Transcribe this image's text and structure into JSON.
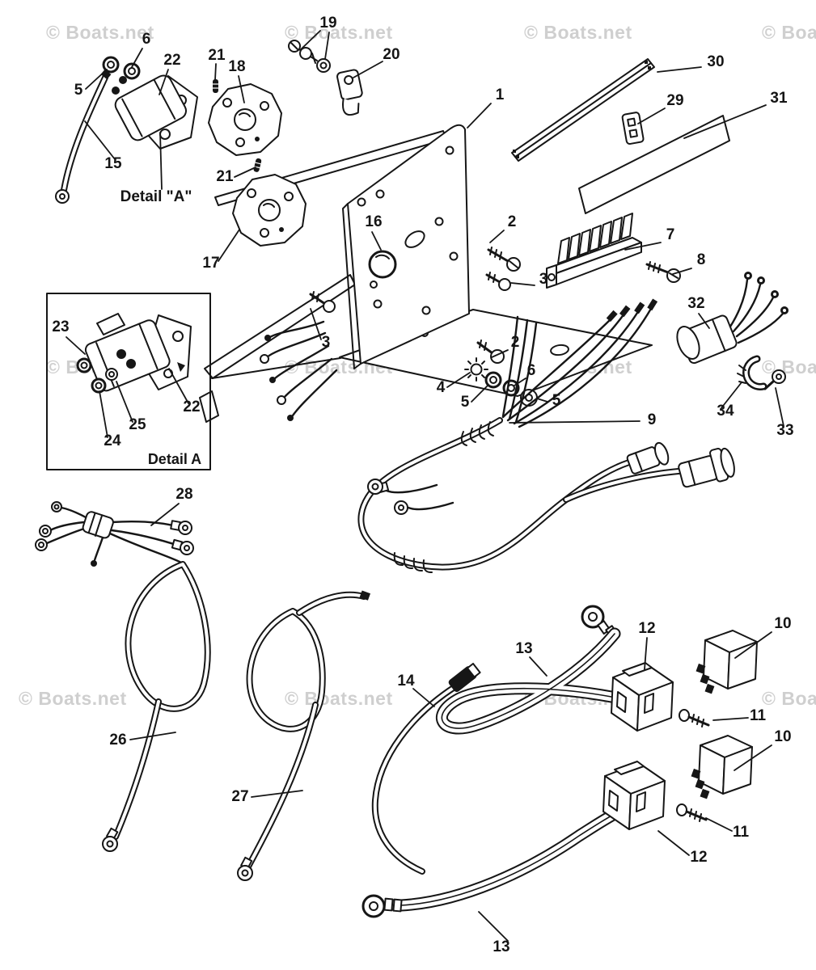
{
  "watermark": {
    "text": "© Boats.net",
    "color": "#c7c7c7"
  },
  "line_color": "#161616",
  "detail_box": {
    "label": "Detail A"
  },
  "callouts": [
    {
      "label": "19"
    },
    {
      "label": "6"
    },
    {
      "label": "22"
    },
    {
      "label": "21"
    },
    {
      "label": "18"
    },
    {
      "label": "20"
    },
    {
      "label": "30"
    },
    {
      "label": "5"
    },
    {
      "label": "29"
    },
    {
      "label": "31"
    },
    {
      "label": "1"
    },
    {
      "label": "15"
    },
    {
      "label": "21"
    },
    {
      "label": "Detail \"A\""
    },
    {
      "label": "16"
    },
    {
      "label": "2"
    },
    {
      "label": "17"
    },
    {
      "label": "7"
    },
    {
      "label": "8"
    },
    {
      "label": "3"
    },
    {
      "label": "23"
    },
    {
      "label": "32"
    },
    {
      "label": "3"
    },
    {
      "label": "2"
    },
    {
      "label": "6"
    },
    {
      "label": "4"
    },
    {
      "label": "5"
    },
    {
      "label": "5"
    },
    {
      "label": "22"
    },
    {
      "label": "25"
    },
    {
      "label": "24"
    },
    {
      "label": "34"
    },
    {
      "label": "9"
    },
    {
      "label": "33"
    },
    {
      "label": "28"
    },
    {
      "label": "12"
    },
    {
      "label": "10"
    },
    {
      "label": "13"
    },
    {
      "label": "14"
    },
    {
      "label": "11"
    },
    {
      "label": "26"
    },
    {
      "label": "10"
    },
    {
      "label": "27"
    },
    {
      "label": "11"
    },
    {
      "label": "12"
    },
    {
      "label": "13"
    }
  ]
}
